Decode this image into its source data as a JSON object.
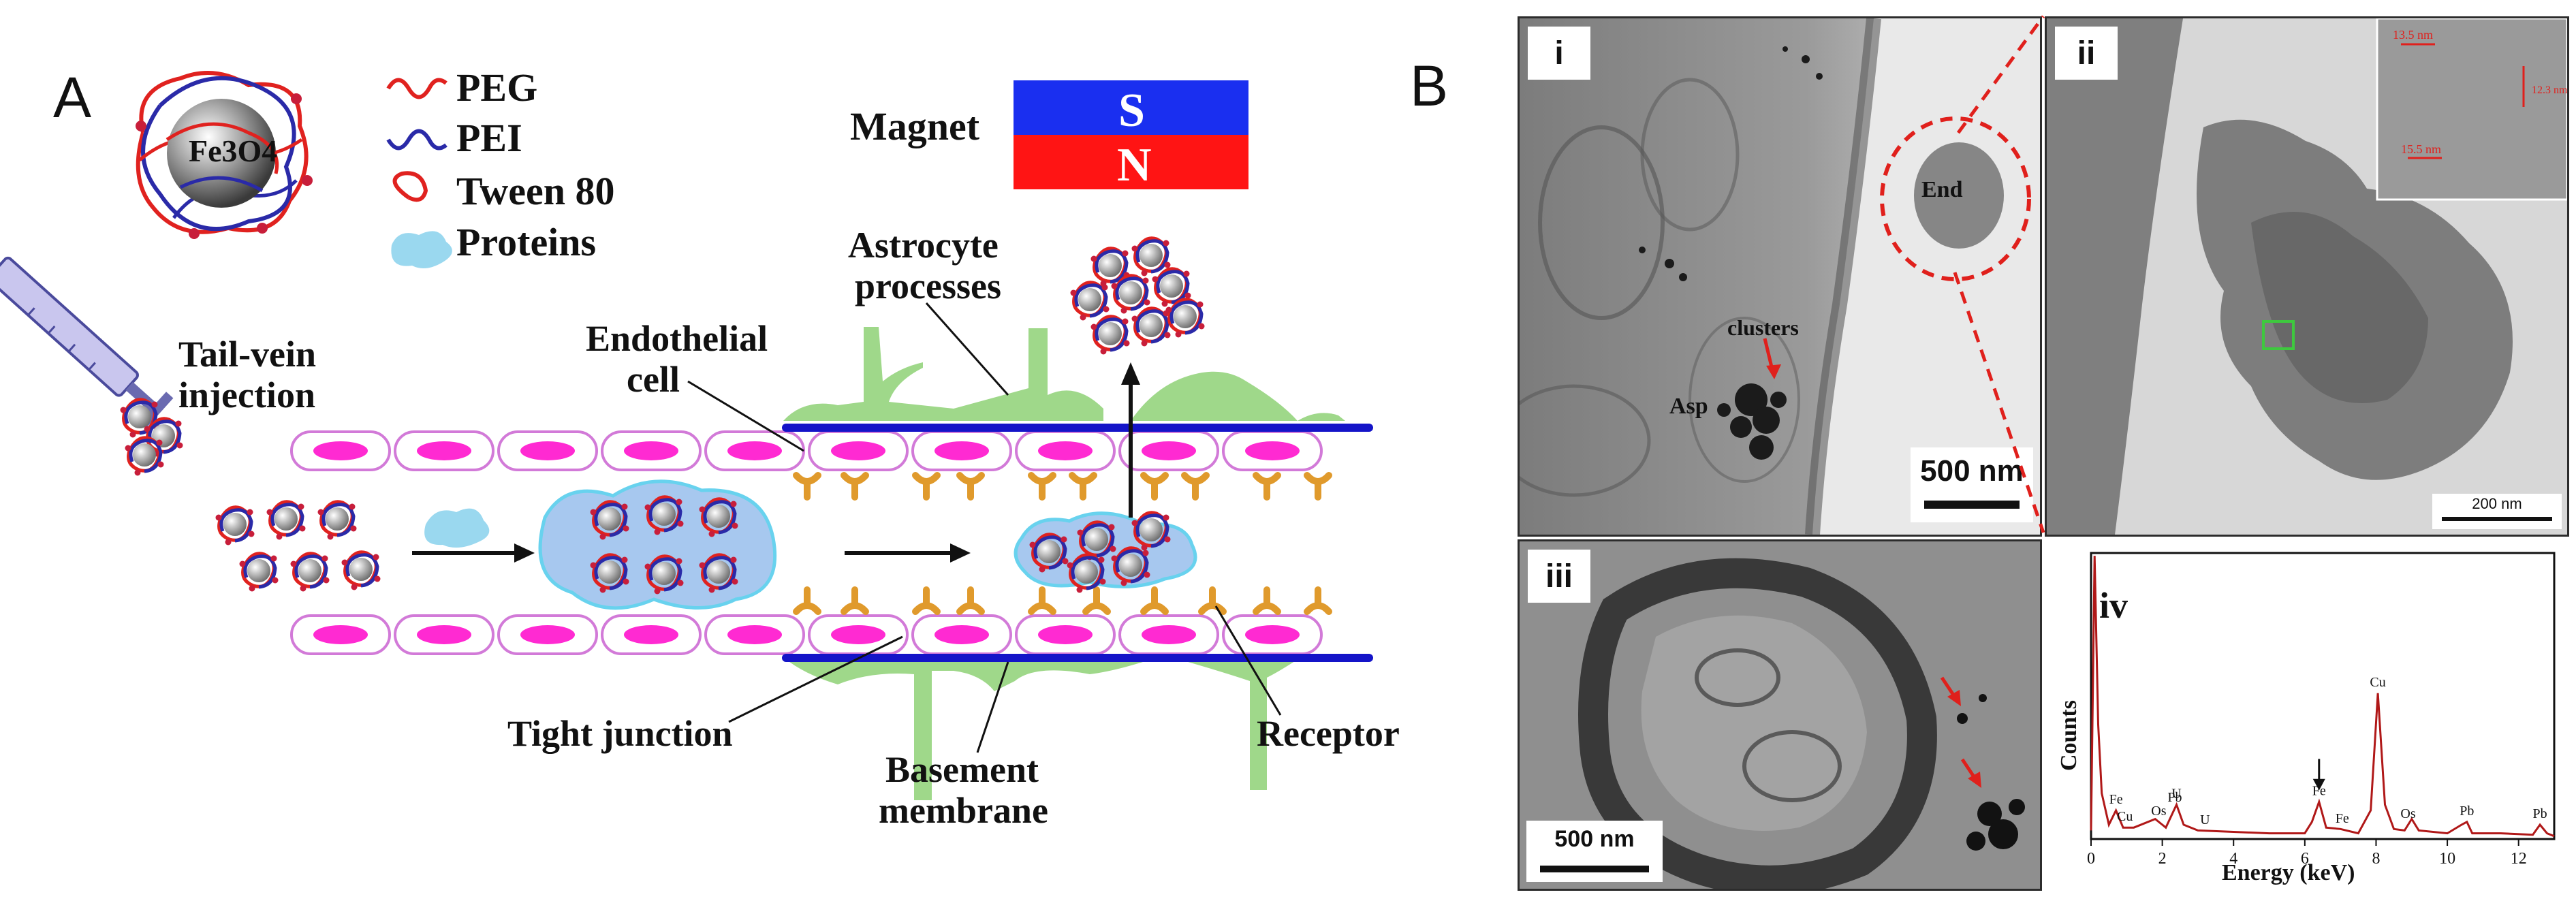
{
  "panel_a": {
    "letter": "A",
    "legend": {
      "core": "Fe3O4",
      "peg": "PEG",
      "pei": "PEI",
      "tween": "Tween 80",
      "proteins": "Proteins"
    },
    "labels": {
      "magnet": "Magnet",
      "south": "S",
      "north": "N",
      "astro_1": "Astrocyte",
      "astro_2": "processes",
      "endo_1": "Endothelial",
      "endo_2": "cell",
      "tail_1": "Tail-vein",
      "tail_2": "injection",
      "tight": "Tight junction",
      "base_1": "Basement",
      "base_2": "membrane",
      "receptor": "Receptor"
    },
    "colors": {
      "peg": "#e0221f",
      "pei": "#2a2aa8",
      "protein": "#9ad8ef",
      "cell": "#d27ad8",
      "nucleus": "#ff2ad2",
      "membrane": "#1414c8",
      "astro": "#9fd88a",
      "receptor": "#e09a2c",
      "magnet_s": "#1a2ff0",
      "magnet_n": "#ff1414"
    }
  },
  "panel_b": {
    "letter": "B",
    "i": {
      "label": "i",
      "end": "End",
      "clusters": "clusters",
      "asp": "Asp",
      "scale": "500 nm"
    },
    "ii": {
      "label": "ii",
      "scale": "200 nm",
      "inset_1": "13.5 nm",
      "inset_2": "12.3 nm",
      "inset_3": "15.5 nm"
    },
    "iii": {
      "label": "iii",
      "scale": "500 nm"
    },
    "iv": {
      "label": "iv"
    }
  },
  "chart_data": {
    "type": "line",
    "title": "",
    "xlabel": "Energy (keV)",
    "ylabel": "Counts",
    "xlim": [
      0,
      13
    ],
    "xticks": [
      "0",
      "2",
      "4",
      "6",
      "8",
      "10",
      "12"
    ],
    "series": [
      {
        "x": [
          0,
          0.1,
          0.2,
          0.3,
          0.5,
          0.7,
          0.9,
          1.2,
          1.8,
          2.1,
          2.4,
          2.6,
          3.0,
          4.0,
          5.0,
          6.0,
          6.2,
          6.4,
          6.6,
          7.0,
          7.5,
          7.85,
          8.05,
          8.25,
          8.5,
          8.8,
          9.0,
          9.2,
          10.0,
          10.4,
          10.55,
          10.7,
          11.5,
          12.4,
          12.6,
          12.8,
          13
        ],
        "y": [
          0.03,
          0.99,
          0.4,
          0.16,
          0.05,
          0.1,
          0.04,
          0.04,
          0.07,
          0.04,
          0.12,
          0.05,
          0.03,
          0.025,
          0.02,
          0.02,
          0.06,
          0.13,
          0.04,
          0.035,
          0.02,
          0.1,
          0.51,
          0.12,
          0.035,
          0.03,
          0.07,
          0.03,
          0.02,
          0.05,
          0.06,
          0.02,
          0.02,
          0.015,
          0.05,
          0.02,
          0.01
        ]
      }
    ],
    "peaks": [
      {
        "label": "Fe",
        "x": 0.7
      },
      {
        "label": "Cu",
        "x": 0.95
      },
      {
        "label": "Os",
        "x": 1.9
      },
      {
        "label": "U",
        "x": 2.4
      },
      {
        "label": "Pb",
        "x": 2.35
      },
      {
        "label": "U",
        "x": 3.2
      },
      {
        "label": "Fe",
        "x": 6.4
      },
      {
        "label": "Fe",
        "x": 7.05
      },
      {
        "label": "Cu",
        "x": 8.05
      },
      {
        "label": "Os",
        "x": 8.9
      },
      {
        "label": "Pb",
        "x": 10.55
      },
      {
        "label": "Pb",
        "x": 12.6
      }
    ]
  }
}
